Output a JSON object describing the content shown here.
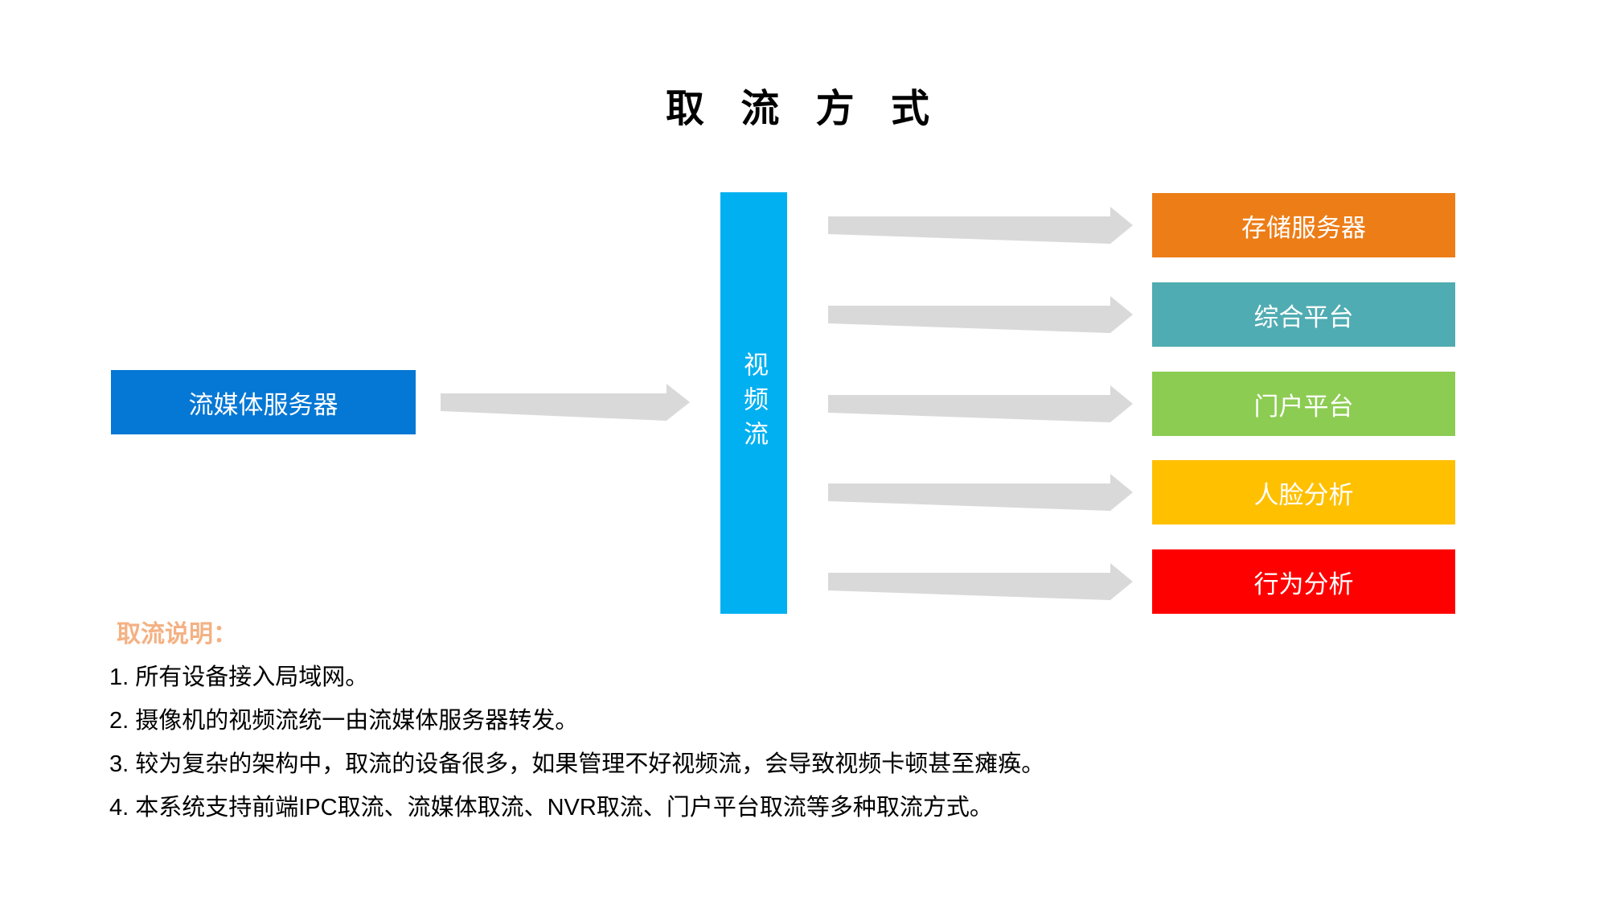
{
  "title": "取 流 方 式",
  "colors": {
    "source_box": "#0577D4",
    "stream_bar": "#00B0F0",
    "arrow": "#D9D9D9",
    "notes_heading": "#F4B183",
    "target_storage": "#ED7D17",
    "target_platform": "#4FACB2",
    "target_portal": "#8CCC52",
    "target_face": "#FFC000",
    "target_behavior": "#FF0000"
  },
  "diagram": {
    "source_box": {
      "label": "流媒体服务器"
    },
    "stream_bar": {
      "label": "视频流"
    },
    "targets": [
      {
        "label": "存储服务器"
      },
      {
        "label": "综合平台"
      },
      {
        "label": "门户平台"
      },
      {
        "label": "人脸分析"
      },
      {
        "label": "行为分析"
      }
    ]
  },
  "notes": {
    "heading": "取流说明：",
    "items": [
      "1. 所有设备接入局域网。",
      "2. 摄像机的视频流统一由流媒体服务器转发。",
      "3. 较为复杂的架构中，取流的设备很多，如果管理不好视频流，会导致视频卡顿甚至瘫痪。",
      "4. 本系统支持前端IPC取流、流媒体取流、NVR取流、门户平台取流等多种取流方式。"
    ]
  }
}
